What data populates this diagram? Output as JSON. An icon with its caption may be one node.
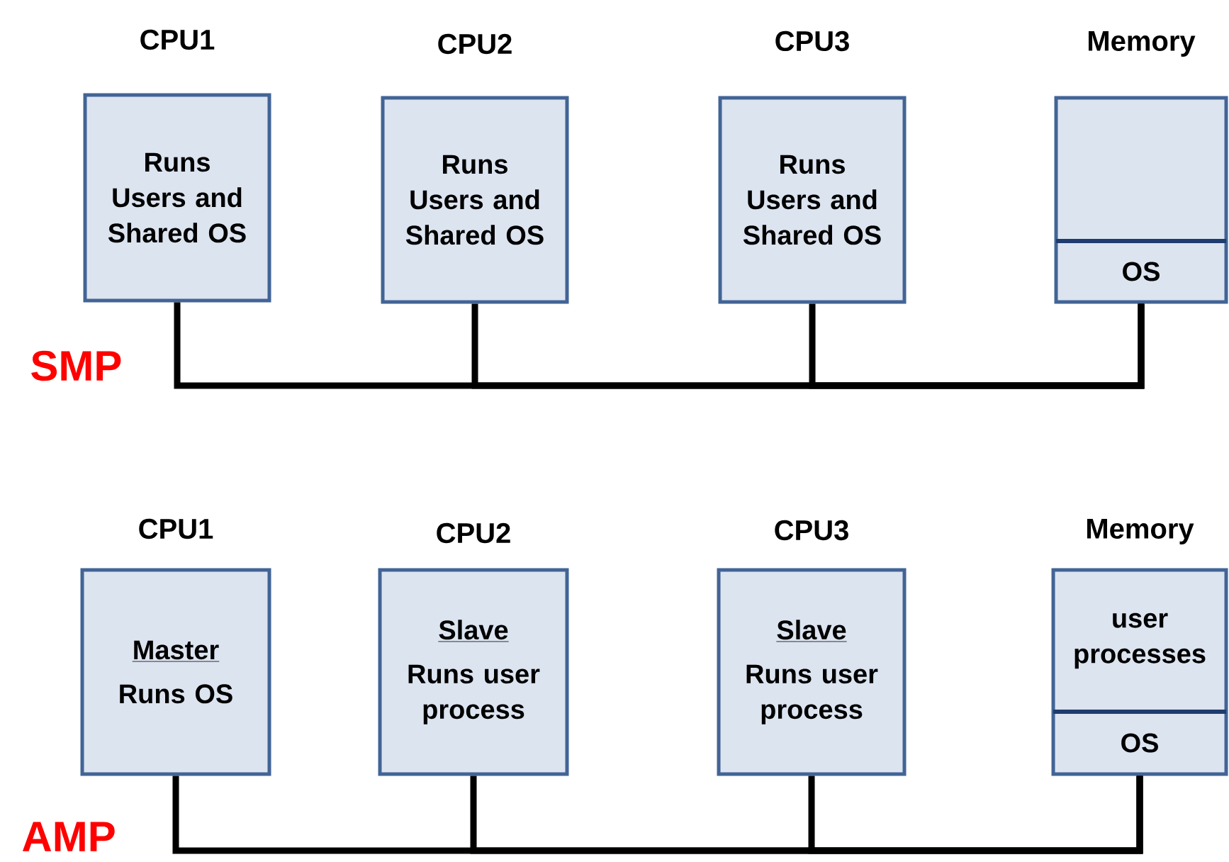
{
  "diagram": {
    "nodes": [
      {
        "text": [
          "CPU1",
          "Runs Users and Shared OS"
        ]
      },
      {
        "text": [
          "CPU2",
          "Runs Users and Shared OS"
        ]
      },
      {
        "text": [
          "CPU3",
          "Runs Users and Shared OS"
        ]
      },
      {
        "text": [
          "Memory",
          "OS"
        ]
      },
      {
        "text": [
          "CPU1",
          "Master",
          "Runs OS"
        ]
      },
      {
        "text": [
          "CPU2",
          "Slave",
          "Runs user process"
        ]
      },
      {
        "text": [
          "CPU3",
          "Slave",
          "Runs user process"
        ]
      },
      {
        "text": [
          "Memory",
          "user processes",
          "OS"
        ]
      }
    ],
    "edges": [
      {
        "from": 0,
        "to": 3,
        "arrow": "none"
      },
      {
        "from": 1,
        "to": 3,
        "arrow": "none"
      },
      {
        "from": 2,
        "to": 3,
        "arrow": "none"
      },
      {
        "from": 4,
        "to": 7,
        "arrow": "none"
      },
      {
        "from": 5,
        "to": 7,
        "arrow": "none"
      },
      {
        "from": 6,
        "to": 7,
        "arrow": "none"
      }
    ],
    "labels": [
      "SMP",
      "AMP"
    ]
  }
}
